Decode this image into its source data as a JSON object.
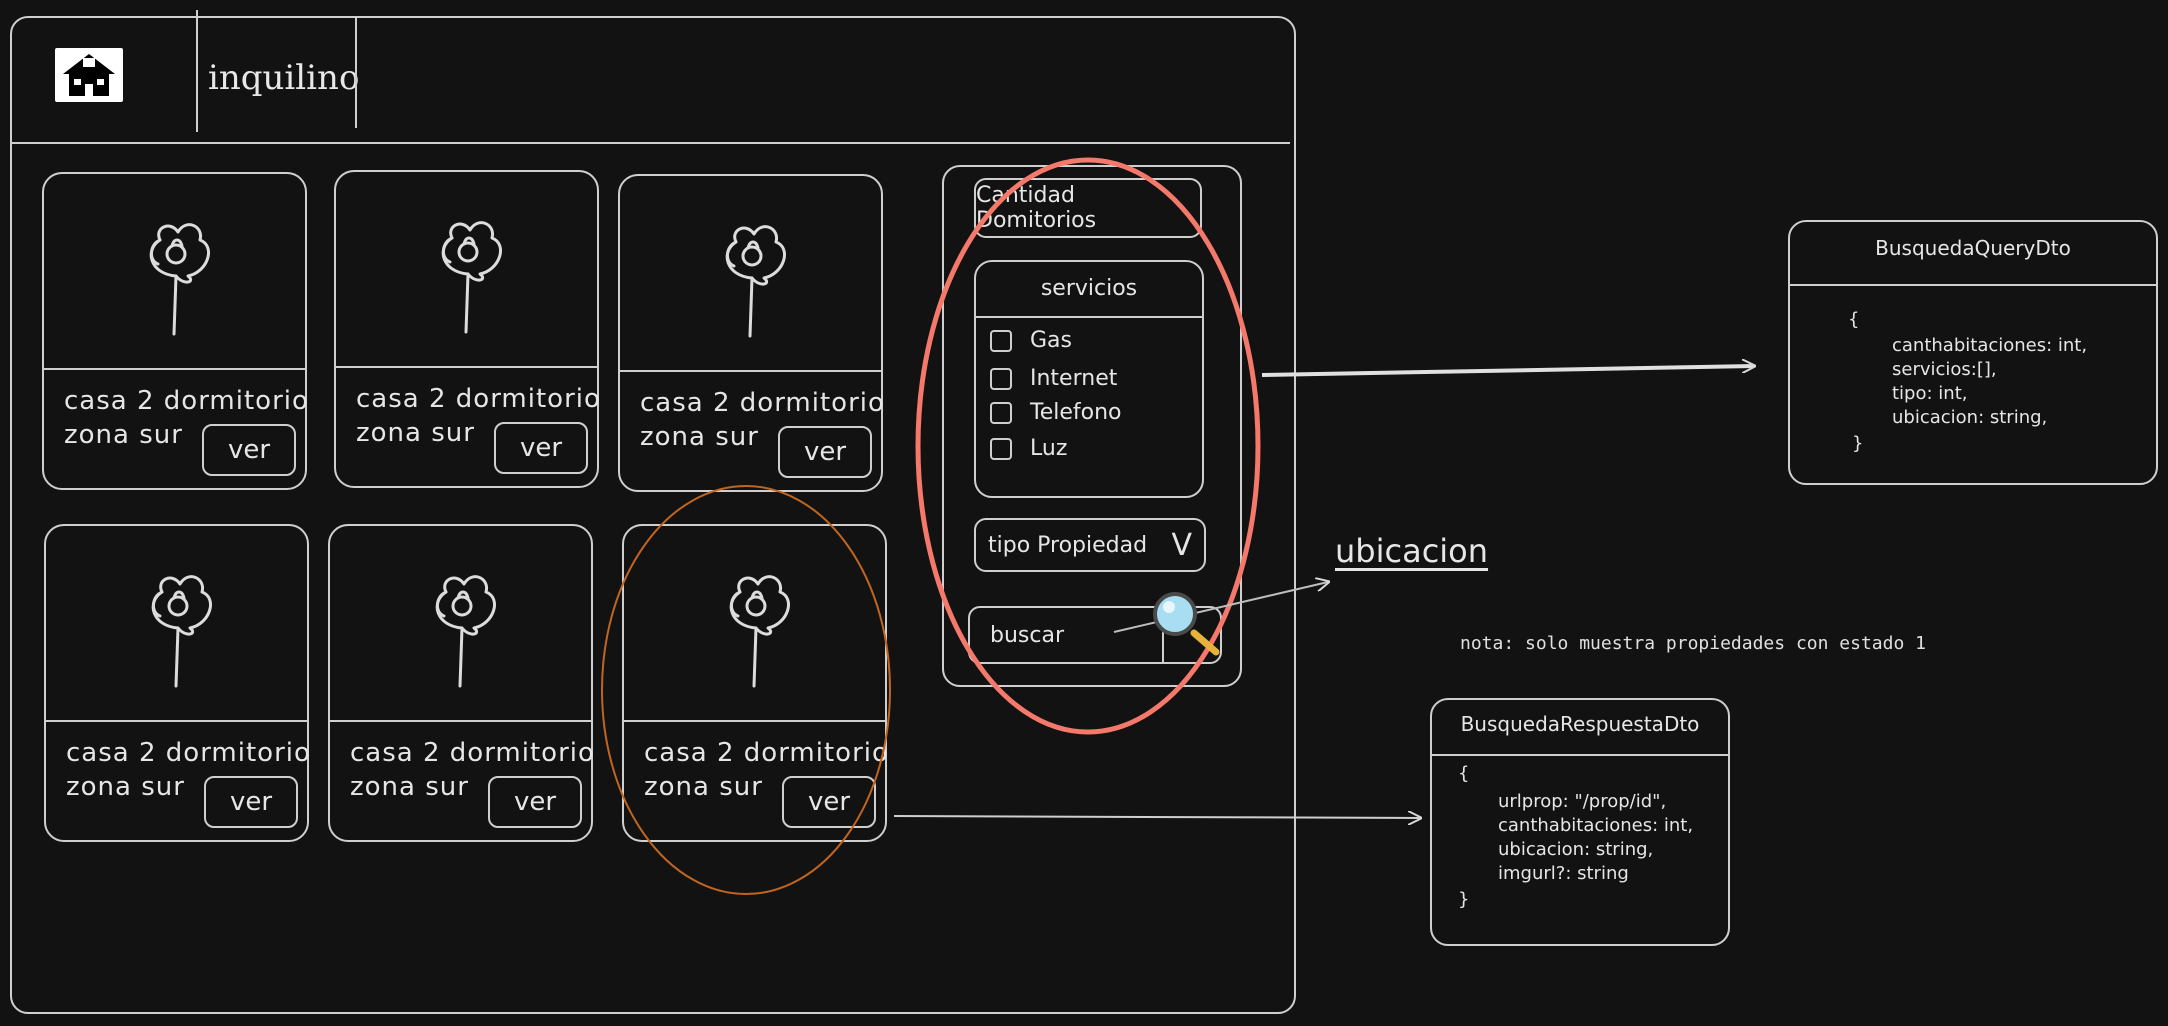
{
  "header": {
    "title": "inquilino",
    "logo_icon": "house-icon"
  },
  "cards": [
    {
      "title": "casa 2 dormitorio",
      "zone": "zona sur",
      "button": "ver"
    },
    {
      "title": "casa 2 dormitorio",
      "zone": "zona sur",
      "button": "ver"
    },
    {
      "title": "casa 2 dormitorio",
      "zone": "zona sur",
      "button": "ver"
    },
    {
      "title": "casa 2 dormitorio",
      "zone": "zona sur",
      "button": "ver"
    },
    {
      "title": "casa 2 dormitorio",
      "zone": "zona sur",
      "button": "ver"
    },
    {
      "title": "casa 2 dormitorio",
      "zone": "zona sur",
      "button": "ver"
    }
  ],
  "filters": {
    "rooms_label": "Cantidad Domitorios",
    "services_title": "servicios",
    "services": [
      "Gas",
      "Internet",
      "Telefono",
      "Luz"
    ],
    "type_label": "tipo Propiedad",
    "type_chevron": "V",
    "search_label": "buscar",
    "search_icon": "magnifier-icon"
  },
  "query_dto": {
    "title": "BusquedaQueryDto",
    "open": "{",
    "lines": [
      "canthabitaciones: int,",
      "servicios:[],",
      "tipo: int,",
      "ubicacion: string,"
    ],
    "close": "}"
  },
  "response_dto": {
    "title": "BusquedaRespuestaDto",
    "open": "{",
    "lines": [
      "urlprop: \"/prop/id\",",
      "canthabitaciones: int,",
      "ubicacion: string,",
      "imgurl?: string"
    ],
    "close": "}"
  },
  "annotations": {
    "ubicacion": "ubicacion",
    "nota": "nota: solo muestra propiedades con estado 1",
    "filter_highlight_color": "#f4796b",
    "card_highlight_color": "#c0651f"
  }
}
